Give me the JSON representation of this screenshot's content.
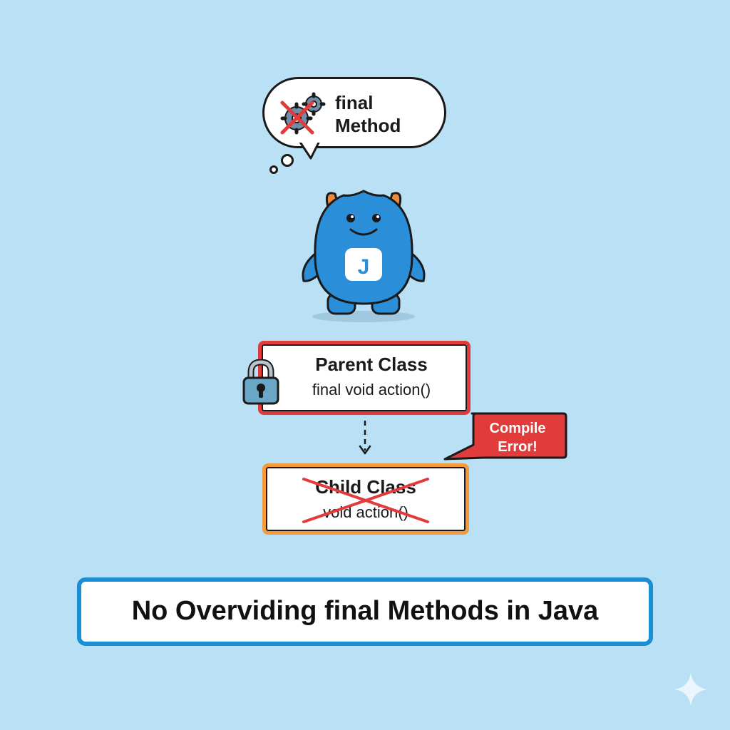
{
  "thought": {
    "line1": "final",
    "line2": "Method",
    "icon": "crossed-gears-icon"
  },
  "mascot": {
    "badge_letter": "J",
    "body_color": "#2a8fd8",
    "horn_color": "#e98a3e"
  },
  "parent_class": {
    "title": "Parent Class",
    "method": "final void action()",
    "icon": "lock-icon",
    "border_color": "#e23b3b"
  },
  "error_callout": {
    "line1": "Compile",
    "line2": "Error!",
    "color": "#e23b3b"
  },
  "child_class": {
    "title": "Child Class",
    "method": "void action()",
    "border_color": "#f59a3a"
  },
  "caption": {
    "text": "No Overviding final Methods in Java",
    "border_color": "#1a8fd6"
  },
  "colors": {
    "background": "#b9e0f5"
  }
}
